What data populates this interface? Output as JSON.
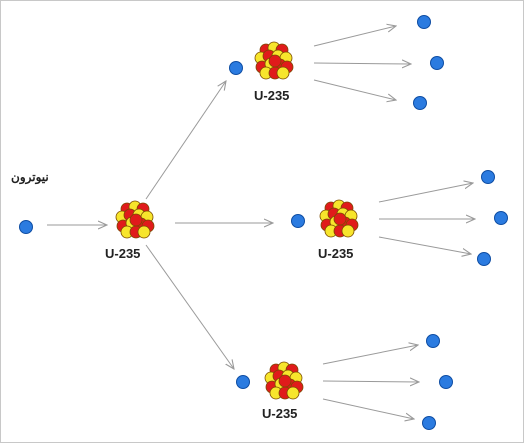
{
  "diagram": {
    "neutron_label": "نيوترون",
    "nucleus_label": "U-235",
    "colors": {
      "neutron": "#2b7be0",
      "neutron_stroke": "#0e4da3",
      "proton": "#e01b1b",
      "neutron_nucleon": "#f7e52c",
      "nucleon_stroke": "#7a4a00",
      "arrow": "#9a9a9a"
    },
    "nodes": [
      {
        "id": "incoming-neutron",
        "type": "neutron"
      },
      {
        "id": "nucleus-1",
        "type": "nucleus",
        "label": "U-235"
      },
      {
        "id": "neutron-1a",
        "type": "neutron"
      },
      {
        "id": "nucleus-2a",
        "type": "nucleus",
        "label": "U-235"
      },
      {
        "id": "neutron-1b",
        "type": "neutron"
      },
      {
        "id": "nucleus-2b",
        "type": "nucleus",
        "label": "U-235"
      },
      {
        "id": "neutron-1c",
        "type": "neutron"
      },
      {
        "id": "nucleus-2c",
        "type": "nucleus",
        "label": "U-235"
      },
      {
        "id": "neutron-2a-1",
        "type": "neutron"
      },
      {
        "id": "neutron-2a-2",
        "type": "neutron"
      },
      {
        "id": "neutron-2a-3",
        "type": "neutron"
      },
      {
        "id": "neutron-2b-1",
        "type": "neutron"
      },
      {
        "id": "neutron-2b-2",
        "type": "neutron"
      },
      {
        "id": "neutron-2b-3",
        "type": "neutron"
      },
      {
        "id": "neutron-2c-1",
        "type": "neutron"
      },
      {
        "id": "neutron-2c-2",
        "type": "neutron"
      },
      {
        "id": "neutron-2c-3",
        "type": "neutron"
      }
    ]
  }
}
